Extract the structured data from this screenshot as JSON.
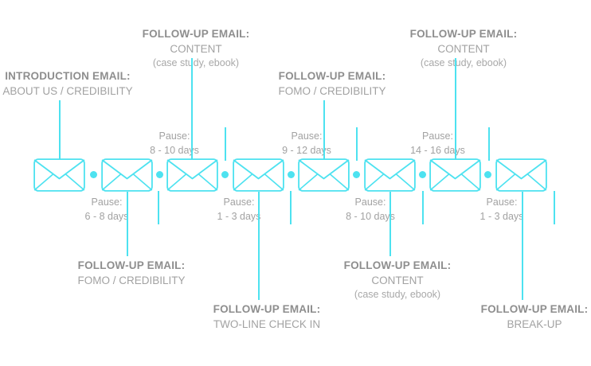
{
  "theme": {
    "accent": "#4de2f0",
    "text_gray": "#9a9a9a",
    "background": "#ffffff"
  },
  "diagram": {
    "type": "email-sequence-timeline",
    "envelope_count": 8,
    "emails": [
      {
        "index": 1,
        "position": "above",
        "header": "INTRODUCTION EMAIL:",
        "subtitle": "ABOUT US / CREDIBILITY",
        "note": ""
      },
      {
        "index": 2,
        "position": "below",
        "header": "FOLLOW-UP EMAIL:",
        "subtitle": "FOMO / CREDIBILITY",
        "note": ""
      },
      {
        "index": 3,
        "position": "above",
        "header": "FOLLOW-UP EMAIL:",
        "subtitle": "CONTENT",
        "note": "(case study, ebook)"
      },
      {
        "index": 4,
        "position": "below",
        "header": "FOLLOW-UP EMAIL:",
        "subtitle": "TWO-LINE CHECK IN",
        "note": ""
      },
      {
        "index": 5,
        "position": "above",
        "header": "FOLLOW-UP EMAIL:",
        "subtitle": "FOMO / CREDIBILITY",
        "note": ""
      },
      {
        "index": 6,
        "position": "below",
        "header": "FOLLOW-UP EMAIL:",
        "subtitle": "CONTENT",
        "note": "(case study, ebook)"
      },
      {
        "index": 7,
        "position": "above",
        "header": "FOLLOW-UP EMAIL:",
        "subtitle": "CONTENT",
        "note": "(case study, ebook)"
      },
      {
        "index": 8,
        "position": "below",
        "header": "FOLLOW-UP EMAIL:",
        "subtitle": "BREAK-UP",
        "note": ""
      }
    ],
    "pauses": [
      {
        "index": 1,
        "position": "below",
        "label": "Pause:",
        "duration": "6 - 8 days"
      },
      {
        "index": 2,
        "position": "above",
        "label": "Pause:",
        "duration": "8 - 10 days"
      },
      {
        "index": 3,
        "position": "below",
        "label": "Pause:",
        "duration": "1 - 3 days"
      },
      {
        "index": 4,
        "position": "above",
        "label": "Pause:",
        "duration": "9 - 12 days"
      },
      {
        "index": 5,
        "position": "below",
        "label": "Pause:",
        "duration": "8 - 10 days"
      },
      {
        "index": 6,
        "position": "above",
        "label": "Pause:",
        "duration": "14 - 16 days"
      },
      {
        "index": 7,
        "position": "below",
        "label": "Pause:",
        "duration": "1 - 3 days"
      }
    ]
  }
}
